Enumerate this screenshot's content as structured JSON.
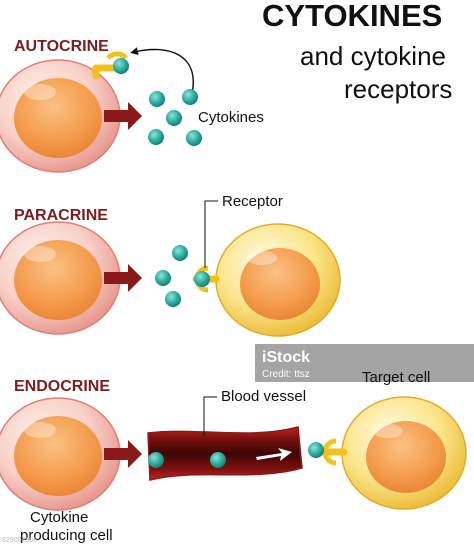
{
  "title": "CYTOKINES",
  "subtitle_line1": "and cytokine",
  "subtitle_line2": "receptors",
  "sections": {
    "autocrine": "AUTOCRINE",
    "paracrine": "PARACRINE",
    "endocrine": "ENDOCRINE"
  },
  "labels": {
    "cytokines": "Cytokines",
    "receptor": "Receptor",
    "target_cell": "Target cell",
    "blood_vessel": "Blood vessel",
    "producing_cell_line1": "Cytokine",
    "producing_cell_line2": "producing cell"
  },
  "watermark": {
    "brand": "iStock",
    "credit": "Credit: ttsz",
    "id": "829002908"
  },
  "colors": {
    "producing_cell_membrane": "#f4b8ae",
    "producing_cell_nucleus": "#f08a3e",
    "target_cell_membrane": "#f6d760",
    "target_cell_nucleus": "#f08a3e",
    "cytokine": "#2aa79a",
    "receptor": "#f2c21c",
    "arrow": "#8a1a1a",
    "section_label": "#7d1d1d",
    "vessel_wall": "#a8201d",
    "vessel_lumen": "#3a0808"
  },
  "icons": [
    "curved-arrow-icon",
    "flow-arrow-icon",
    "watermark-logo"
  ]
}
